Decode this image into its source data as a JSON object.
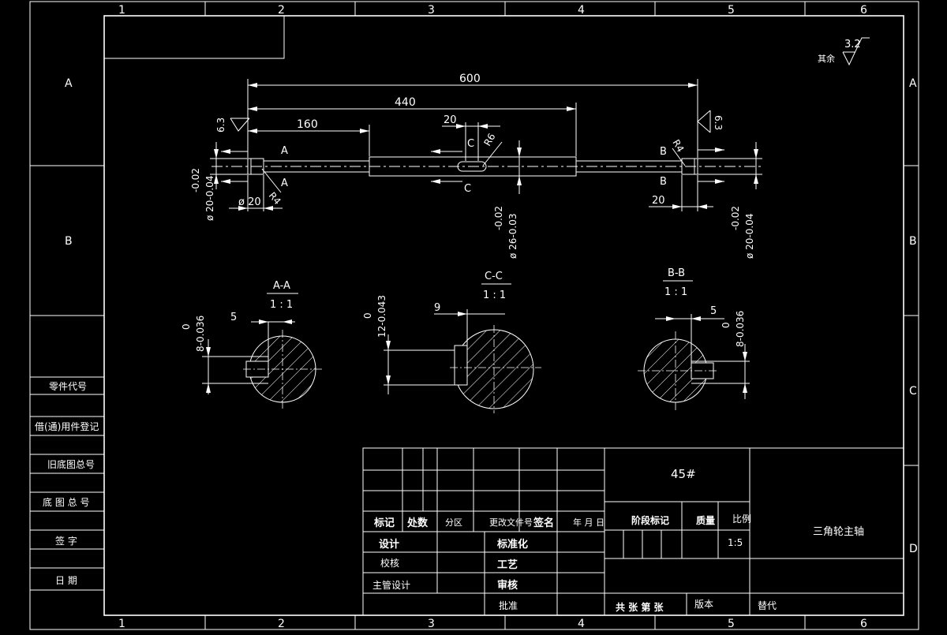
{
  "frame": {
    "col_numbers": [
      "1",
      "2",
      "3",
      "4",
      "5",
      "6"
    ],
    "row_letters": [
      "A",
      "B",
      "C",
      "D"
    ]
  },
  "roughness": {
    "note": "其余",
    "value": "3.2",
    "left_value": "6.3",
    "right_value": "6.3"
  },
  "dims": {
    "total_length": "600",
    "length_440": "440",
    "length_160": "160",
    "keyway_20": "20",
    "left_20": "20",
    "right_20": "20",
    "radius_r6": "R6",
    "radius_r4_left": "R4",
    "radius_r4_right": "R4",
    "phi_20_left": "ø 20",
    "tol_upper_left": "-0.02",
    "tol_main_left": "ø 20-0.04",
    "tol_upper_mid": "-0.02",
    "tol_main_mid": "ø 26-0.03",
    "tol_upper_right": "-0.02",
    "tol_main_right": "ø 20-0.04",
    "section_a_top": "A",
    "section_a_bot": "A",
    "section_b_top": "B",
    "section_b_bot": "B",
    "section_c_top": "C",
    "section_c_bot": "C"
  },
  "sections": [
    {
      "title": "A-A",
      "scale": "1 : 1",
      "width_dim": "5",
      "tol_top": "0",
      "tol_main": "8-0.036"
    },
    {
      "title": "C-C",
      "scale": "1 : 1",
      "width_dim": "9",
      "tol_top": "0",
      "tol_main": "12-0.043"
    },
    {
      "title": "B-B",
      "scale": "1 : 1",
      "width_dim": "5",
      "tol_top": "0",
      "tol_main": "8-0.036"
    }
  ],
  "left_column": {
    "items": [
      "零件代号",
      "借(通)用件登记",
      "旧底图总号",
      "底 图 总 号",
      "签   字",
      "日   期"
    ]
  },
  "title_block": {
    "material": "45#",
    "part_name": "三角轮主轴",
    "scale_value": "1:5",
    "row_labels": [
      "标记",
      "处数",
      "分区",
      "更改文件号",
      "签名",
      "年 月 日"
    ],
    "stage_label": "阶段标记",
    "mass_label": "质量",
    "scale_label": "比例",
    "design": "设计",
    "standard": "标准化",
    "check": "校核",
    "process": "工艺",
    "chief": "主管设计",
    "review": "审核",
    "approve": "批准",
    "sheets": "共  张   第  张",
    "version": "版本",
    "replace": "替代"
  }
}
